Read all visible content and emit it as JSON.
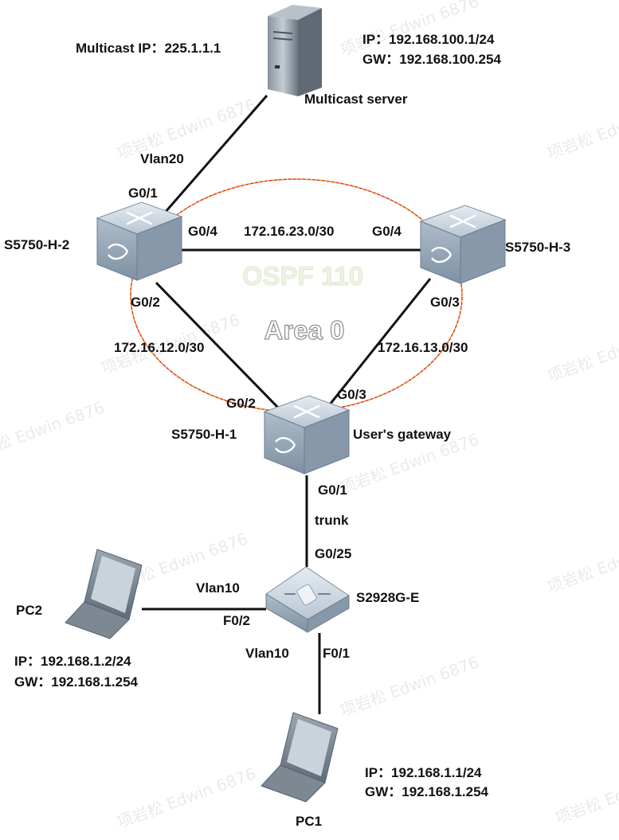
{
  "ospf": {
    "process": "OSPF 110",
    "area": "Area 0"
  },
  "server": {
    "name": "Multicast server",
    "multicast_ip": "Multicast IP：225.1.1.1",
    "ip": "IP：192.168.100.1/24",
    "gw": "GW：192.168.100.254"
  },
  "switches": {
    "h2": {
      "name": "S5750-H-2"
    },
    "h3": {
      "name": "S5750-H-3"
    },
    "h1": {
      "name": "S5750-H-1",
      "role": "User's gateway"
    },
    "access": {
      "name": "S2928G-E"
    }
  },
  "links": {
    "server_h2": {
      "vlan": "Vlan20",
      "port": "G0/1"
    },
    "h2_h3": {
      "subnet": "172.16.23.0/30",
      "port_a": "G0/4",
      "port_b": "G0/4"
    },
    "h2_h1": {
      "subnet": "172.16.12.0/30",
      "port_a": "G0/2",
      "port_b": "G0/2"
    },
    "h3_h1": {
      "subnet": "172.16.13.0/30",
      "port_a": "G0/3",
      "port_b": "G0/3"
    },
    "h1_access": {
      "port_a": "G0/1",
      "mode": "trunk",
      "port_b": "G0/25"
    },
    "access_pc2": {
      "vlan": "Vlan10",
      "port": "F0/2"
    },
    "access_pc1": {
      "vlan": "Vlan10",
      "port": "F0/1"
    }
  },
  "pcs": {
    "pc2": {
      "name": "PC2",
      "ip": "IP：192.168.1.2/24",
      "gw": "GW：192.168.1.254"
    },
    "pc1": {
      "name": "PC1",
      "ip": "IP：192.168.1.1/24",
      "gw": "GW：192.168.1.254"
    }
  },
  "watermark": "项岩松 Edwin 6876",
  "colors": {
    "ellipse_stroke": "#e23b2a",
    "ellipse_dash": "#f2c12e",
    "switch_top": "#d4dde6",
    "switch_front": "#9fb0c0",
    "switch_side": "#7a8c9e"
  }
}
